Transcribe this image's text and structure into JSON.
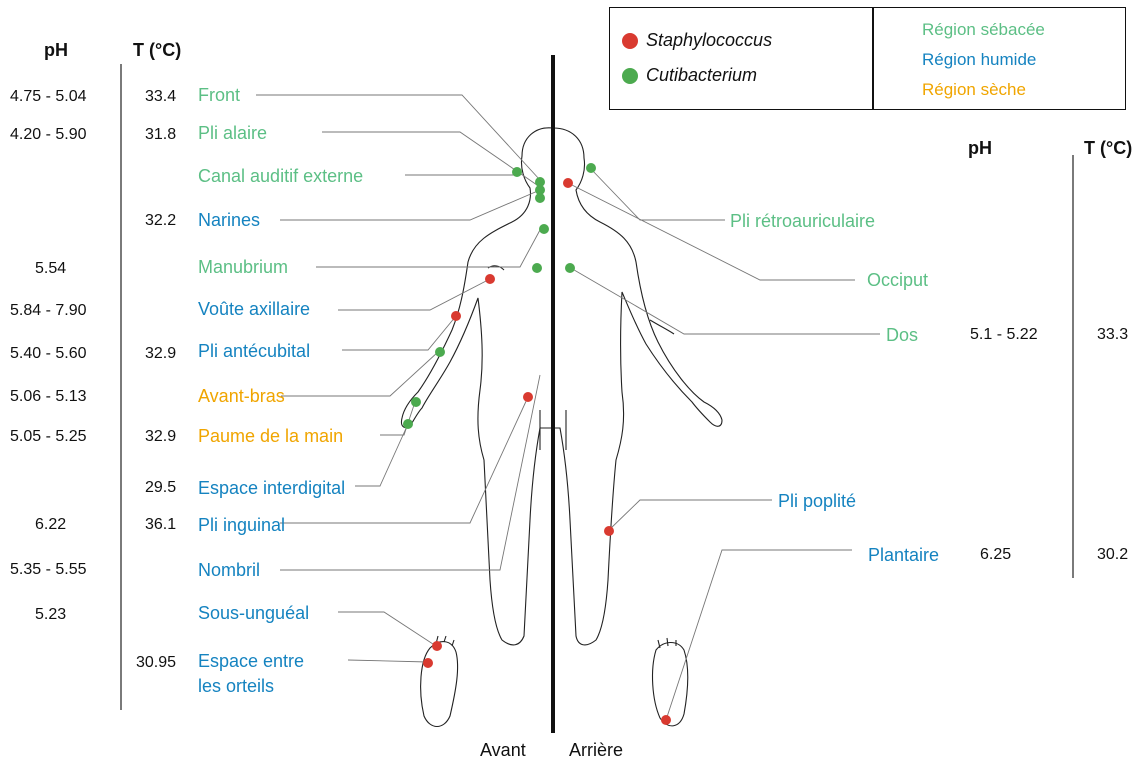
{
  "legend": {
    "bacteria": [
      {
        "name": "Staphylococcus",
        "color": "#d93a30"
      },
      {
        "name": "Cutibacterium",
        "color": "#4caa4f"
      }
    ],
    "regions": [
      {
        "name": "Région sébacée",
        "color": "#5cbf85"
      },
      {
        "name": "Région humide",
        "color": "#1583c0"
      },
      {
        "name": "Région sèche",
        "color": "#f0a500"
      }
    ]
  },
  "columns": {
    "left_ph": "pH",
    "left_t": "T (°C)",
    "right_ph": "pH",
    "right_t": "T (°C)"
  },
  "front_sites": [
    {
      "label": "Front",
      "region": "sebaceous",
      "ph": "4.75 - 5.04",
      "t": "33.4"
    },
    {
      "label": "Pli alaire",
      "region": "sebaceous",
      "ph": "4.20 - 5.90",
      "t": "31.8"
    },
    {
      "label": "Canal auditif externe",
      "region": "sebaceous",
      "ph": "",
      "t": ""
    },
    {
      "label": "Narines",
      "region": "humid",
      "ph": "",
      "t": "32.2"
    },
    {
      "label": "Manubrium",
      "region": "sebaceous",
      "ph": "5.54",
      "t": ""
    },
    {
      "label": "Voûte axillaire",
      "region": "humid",
      "ph": "5.84 - 7.90",
      "t": ""
    },
    {
      "label": "Pli antécubital",
      "region": "humid",
      "ph": "5.40 - 5.60",
      "t": "32.9"
    },
    {
      "label": "Avant-bras",
      "region": "dry",
      "ph": "5.06 - 5.13",
      "t": ""
    },
    {
      "label": "Paume de la main",
      "region": "dry",
      "ph": "5.05 - 5.25",
      "t": "32.9"
    },
    {
      "label": "Espace interdigital",
      "region": "humid",
      "ph": "",
      "t": "29.5"
    },
    {
      "label": "Pli inguinal",
      "region": "humid",
      "ph": "6.22",
      "t": "36.1"
    },
    {
      "label": "Nombril",
      "region": "humid",
      "ph": "5.35 - 5.55",
      "t": ""
    },
    {
      "label": "Sous-unguéal",
      "region": "humid",
      "ph": "5.23",
      "t": ""
    },
    {
      "label": "Espace entre",
      "label2": "les orteils",
      "region": "humid",
      "ph": "",
      "t": "30.95"
    }
  ],
  "back_sites": [
    {
      "label": "Pli rétroauriculaire",
      "region": "sebaceous",
      "ph": "",
      "t": ""
    },
    {
      "label": "Occiput",
      "region": "sebaceous",
      "ph": "",
      "t": ""
    },
    {
      "label": "Dos",
      "region": "sebaceous",
      "ph": "5.1 - 5.22",
      "t": "33.3"
    },
    {
      "label": "Pli poplité",
      "region": "humid",
      "ph": "",
      "t": ""
    },
    {
      "label": "Plantaire",
      "region": "humid",
      "ph": "6.25",
      "t": "30.2"
    }
  ],
  "sides": {
    "front": "Avant",
    "back": "Arrière"
  }
}
